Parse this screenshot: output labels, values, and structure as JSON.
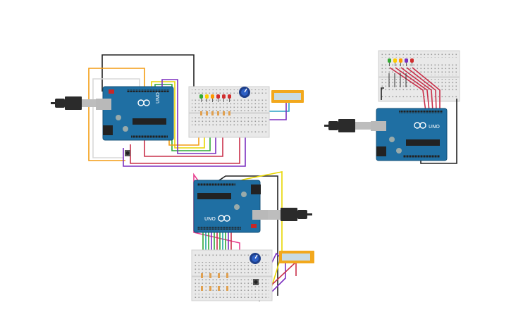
{
  "board_label": "UNO",
  "colors": {
    "arduino": "#1f6fa3",
    "arduino_dark": "#14527a",
    "breadboard": "#e9e9e9",
    "breadboard_hole": "#9a9a9a",
    "usb_plug": "#2b2b2b",
    "lcd_frame": "#f2a81d",
    "lcd_screen": "#c9dbe3",
    "potentiometer": "#1e3f8a",
    "wires": [
      "#ff9900",
      "#e8e000",
      "#33aa33",
      "#7b2fbf",
      "#d1305a",
      "#1fa3a3",
      "#000000",
      "#ff4fa0"
    ]
  },
  "circuits": [
    {
      "id": "circuit-top-left",
      "leds": [
        "#33aa33",
        "#ffcc00",
        "#ff9900",
        "#d12e2e",
        "#d12e2e",
        "#d12e2e"
      ]
    },
    {
      "id": "circuit-right",
      "leds": [
        "#33aa33",
        "#ffcc00",
        "#ff9900",
        "#7b2fbf",
        "#d12e2e"
      ]
    },
    {
      "id": "circuit-bottom",
      "leds": []
    }
  ]
}
